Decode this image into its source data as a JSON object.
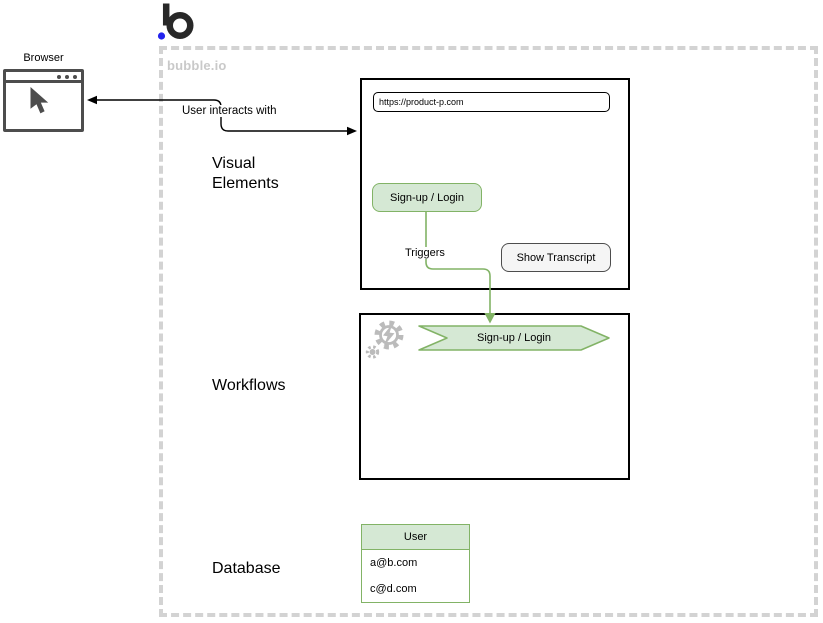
{
  "logo": {
    "letter": "b"
  },
  "watermark": {
    "label": "bubble.io"
  },
  "browser": {
    "title": "Browser"
  },
  "connectors": {
    "user_interacts": {
      "label": "User interacts with"
    },
    "triggers": {
      "label": "Triggers"
    }
  },
  "sections": {
    "visual_elements": {
      "line1": "Visual",
      "line2": "Elements"
    },
    "workflows": {
      "label": "Workflows"
    },
    "database": {
      "label": "Database"
    }
  },
  "visual_elements": {
    "url_bar": {
      "value": "https://product-p.com"
    },
    "signup_button": {
      "label": "Sign-up / Login"
    },
    "show_transcript_button": {
      "label": "Show Transcript"
    }
  },
  "workflows": {
    "event_step": {
      "label": "Sign-up / Login"
    }
  },
  "database": {
    "table": {
      "header": "User",
      "rows": [
        "a@b.com",
        "c@d.com"
      ]
    }
  },
  "colors": {
    "green_fill": "#d5e8d4",
    "green_stroke": "#82b366",
    "neutral_button_fill": "#f5f5f5",
    "box_stroke": "#000000",
    "dashed_border": "#d3d3d3",
    "logo_blue": "#2323ee",
    "logo_dark": "#282828",
    "watermark_gray": "#c9c9c9",
    "icon_gray": "#bbbbbb"
  }
}
